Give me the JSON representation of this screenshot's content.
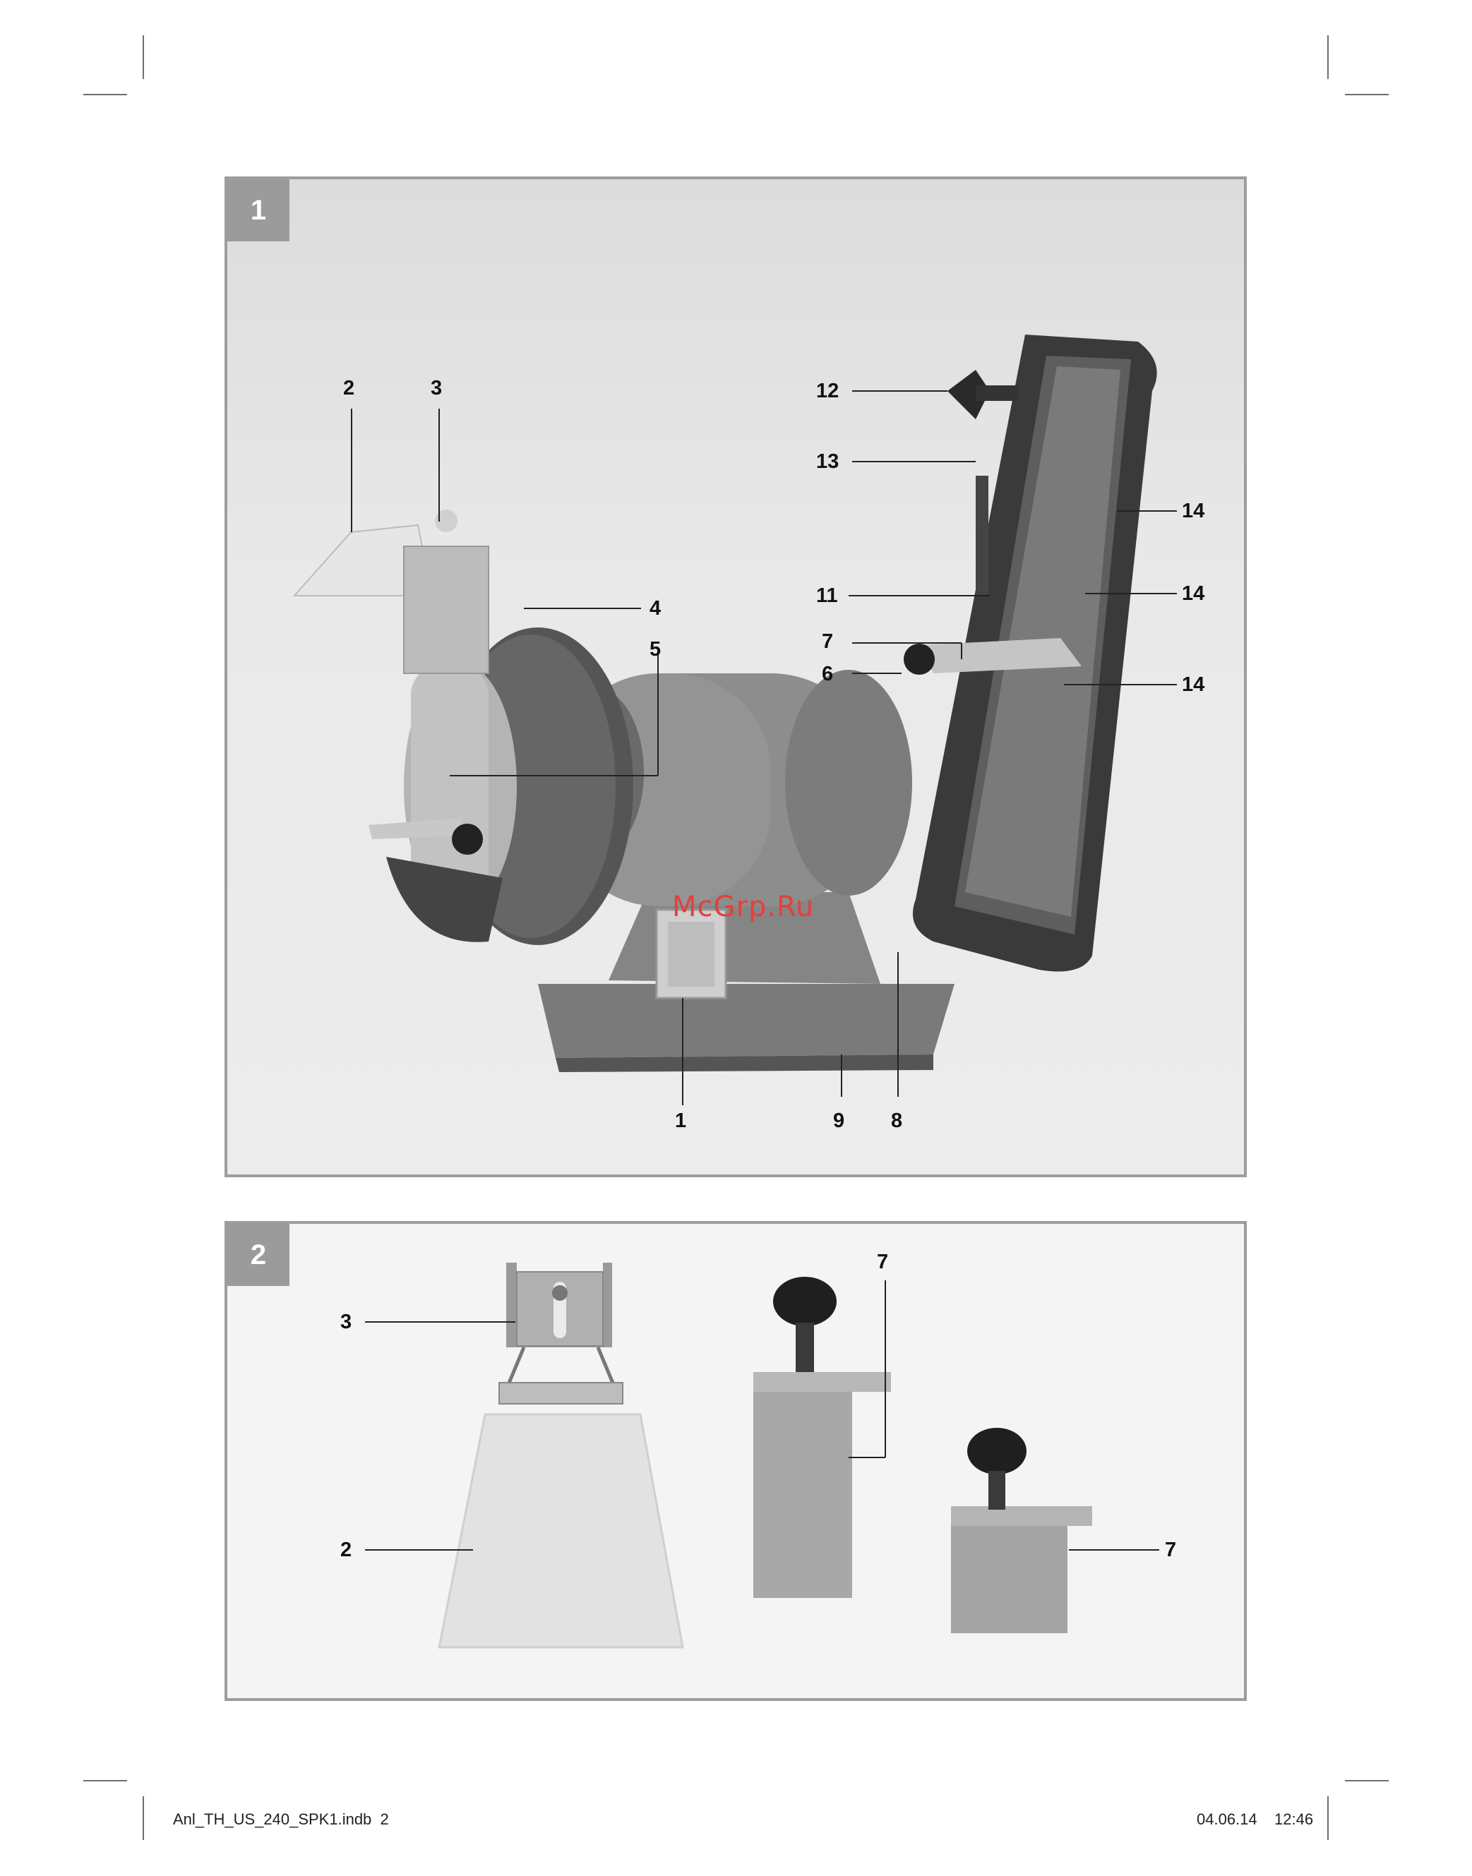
{
  "figure1": {
    "tab": "1",
    "callouts": {
      "c1": "1",
      "c2": "2",
      "c3": "3",
      "c4": "4",
      "c5": "5",
      "c6": "6",
      "c7": "7",
      "c8": "8",
      "c9": "9",
      "c11": "11",
      "c12": "12",
      "c13": "13",
      "c14a": "14",
      "c14b": "14",
      "c14c": "14"
    }
  },
  "figure2": {
    "tab": "2",
    "callouts": {
      "c3": "3",
      "c2": "2",
      "c7a": "7",
      "c7b": "7"
    }
  },
  "watermark": "McGrp.Ru",
  "footer": {
    "file": "Anl_TH_US_240_SPK1.indb  2",
    "date": "04.06.14",
    "time": "12:46"
  }
}
